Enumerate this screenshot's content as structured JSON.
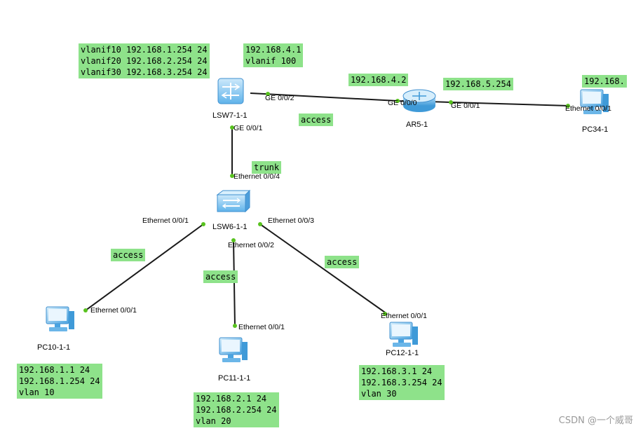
{
  "devices": {
    "lsw7": "LSW7-1-1",
    "lsw6": "LSW6-1-1",
    "ar5": "AR5-1",
    "pc34": "PC34-1",
    "pc10": "PC10-1-1",
    "pc11": "PC11-1-1",
    "pc12": "PC12-1-1"
  },
  "ports": {
    "lsw7_ge002": "GE 0/0/2",
    "lsw7_ge001": "GE 0/0/1",
    "ar5_ge000": "GE 0/0/0",
    "ar5_ge001": "GE 0/0/1",
    "pc34_eth": "Ethernet 0/0/1",
    "lsw6_eth004": "Ethernet 0/0/4",
    "lsw6_eth001": "Ethernet 0/0/1",
    "lsw6_eth002": "Ethernet 0/0/2",
    "lsw6_eth003": "Ethernet 0/0/3",
    "pc10_eth": "Ethernet 0/0/1",
    "pc11_eth": "Ethernet 0/0/1",
    "pc12_eth": "Ethernet 0/0/1"
  },
  "notes": {
    "lsw7_vlanif": [
      "vlanif10 192.168.1.254 24",
      "vlanif20 192.168.2.254 24",
      "vlanif30 192.168.3.254 24"
    ],
    "lsw7_vlanif100": [
      "192.168.4.1",
      "vlanif 100"
    ],
    "ar5_ge000_ip": "192.168.4.2",
    "ar5_ge001_ip": "192.168.5.254",
    "pc34_ip": "192.168.",
    "link_lsw7_ar5": "access",
    "link_lsw7_lsw6": "trunk",
    "link_pc10": "access",
    "link_pc11": "access",
    "link_pc12": "access",
    "pc10_cfg": [
      "192.168.1.1 24",
      "192.168.1.254 24",
      "vlan 10"
    ],
    "pc11_cfg": [
      "192.168.2.1 24",
      "192.168.2.254 24",
      "vlan 20"
    ],
    "pc12_cfg": [
      "192.168.3.1 24",
      "192.168.3.254 24",
      "vlan 30"
    ]
  },
  "watermark": "CSDN @一个威哥",
  "colors": {
    "note_bg": "#8ee28a",
    "link": "#1a1a1a",
    "port_dot": "#58c21f",
    "device_blue": "#4aa3e0"
  }
}
